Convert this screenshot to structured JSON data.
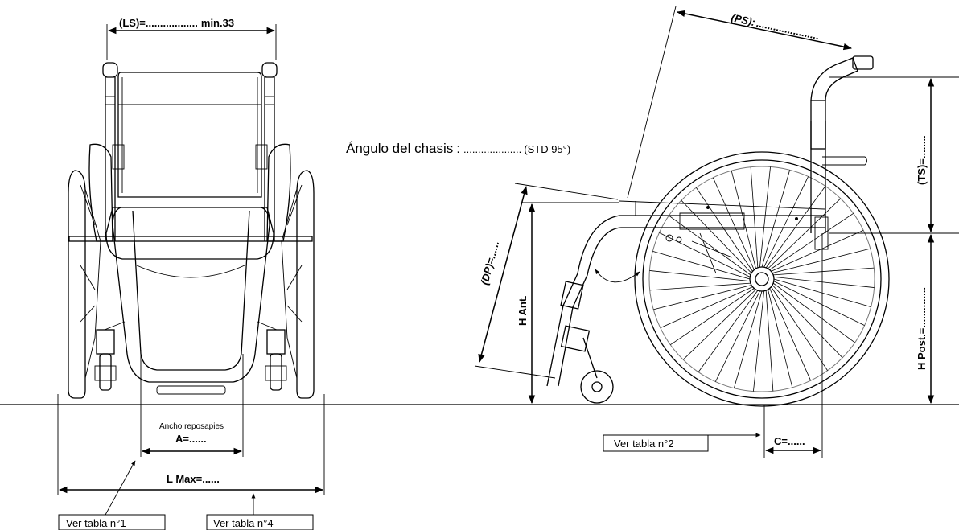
{
  "labels": {
    "ls": "(LS)=",
    "ls_fill": "..................",
    "ls_min": "min.33",
    "ps": "(PS):",
    "ps_fill": "......................",
    "angulo": "Ángulo del chasis",
    "angulo_colon": ":",
    "angulo_fill": "....................",
    "angulo_std": "(STD 95°)",
    "ts": "(TS)=",
    "ts_fill": "........",
    "dp": "(DP)=",
    "dp_fill": "......",
    "h_ant": "H Ant.",
    "h_post": "H Post.=",
    "h_post_fill": "..............",
    "ancho": "Ancho reposapies",
    "a": "A=......",
    "lmax": "L Max",
    "lmax_fill": "=......",
    "c": "C=......",
    "tabla1": "Ver tabla  n°1",
    "tabla2": "Ver tabla  n°2",
    "tabla4": "Ver tabla  n°4"
  },
  "colors": {
    "line": "#000000",
    "wheel_gray": "#777777",
    "background": "#ffffff"
  }
}
